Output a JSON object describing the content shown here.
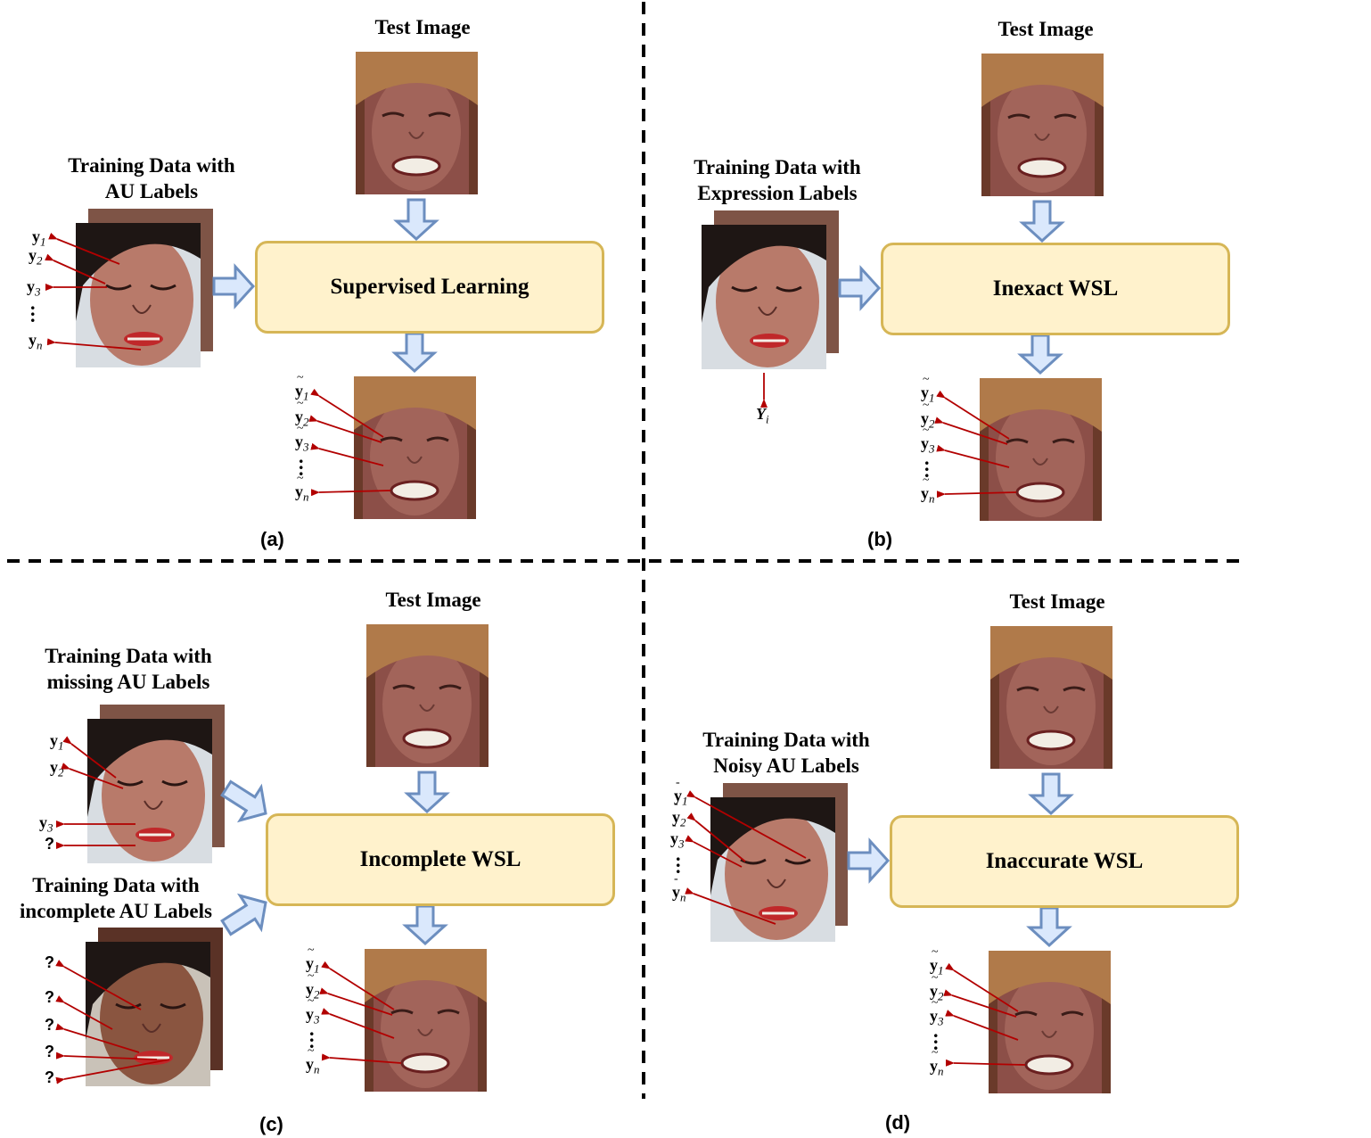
{
  "panels": {
    "a": {
      "label": "(a)",
      "test_title": "Test Image",
      "train_title_1": "Training Data with",
      "train_title_2": "AU Labels",
      "box": "Supervised Learning"
    },
    "b": {
      "label": "(b)",
      "test_title": "Test Image",
      "train_title_1": "Training Data with",
      "train_title_2": "Expression Labels",
      "box": "Inexact WSL",
      "expr_label": "Y"
    },
    "c": {
      "label": "(c)",
      "test_title": "Test Image",
      "train_title_1": "Training Data with",
      "train_title_2": "missing AU Labels",
      "train2_title_1": "Training Data with",
      "train2_title_2": "incomplete AU Labels",
      "box": "Incomplete WSL",
      "missing": "?"
    },
    "d": {
      "label": "(d)",
      "test_title": "Test Image",
      "train_title_1": "Training Data with",
      "train_title_2": "Noisy AU Labels",
      "box": "Inaccurate WSL"
    }
  },
  "label_symbol": "y",
  "subscripts": [
    "1",
    "2",
    "3",
    "n"
  ],
  "colors": {
    "box_fill": "#fff2cc",
    "box_border": "#d6b656",
    "arrow_fill": "#dae8fc",
    "arrow_stroke": "#6c8ebf",
    "label_arrow": "#b20000",
    "divider": "#000000"
  }
}
